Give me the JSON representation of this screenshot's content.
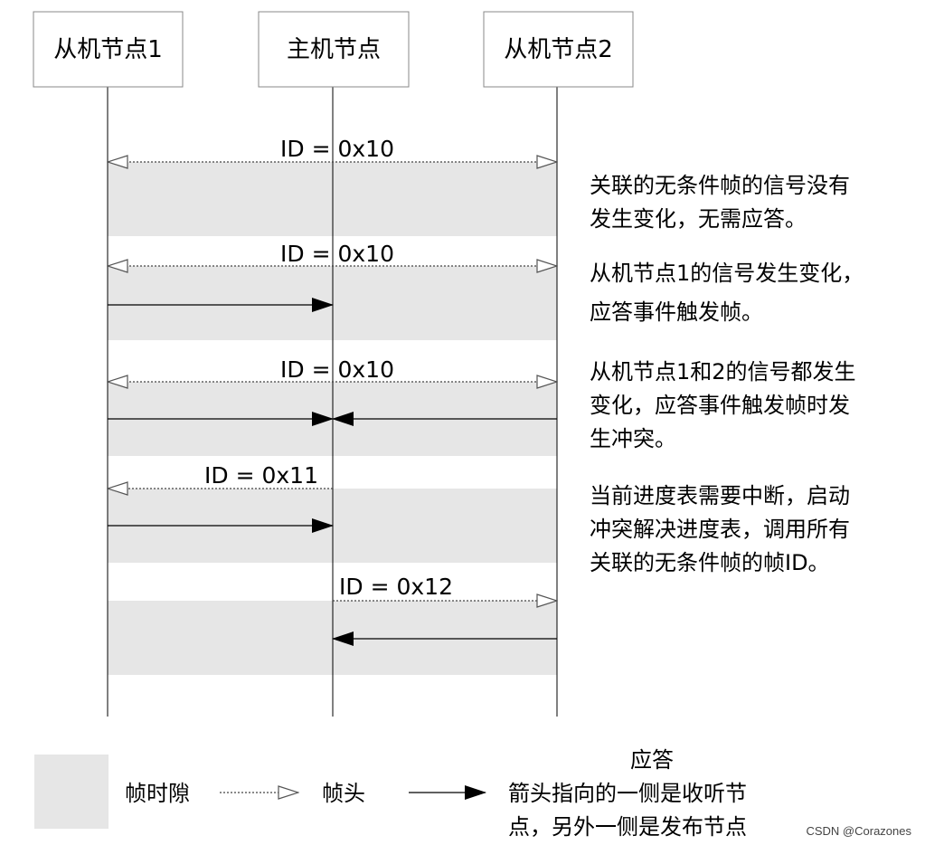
{
  "nodes": [
    {
      "label": "从机节点1"
    },
    {
      "label": "主机节点"
    },
    {
      "label": "从机节点2"
    }
  ],
  "frames": [
    {
      "id_label": "ID = 0x10",
      "note_lines": [
        "关联的无条件帧的信号没有",
        "发生变化，无需应答。"
      ]
    },
    {
      "id_label": "ID = 0x10",
      "note_lines": [
        "从机节点1的信号发生变化，",
        "应答事件触发帧。"
      ]
    },
    {
      "id_label": "ID = 0x10",
      "note_lines": [
        "从机节点1和2的信号都发生",
        "变化，应答事件触发帧时发",
        "生冲突。"
      ]
    },
    {
      "id_label": "ID = 0x11",
      "note_lines": [
        "当前进度表需要中断，启动",
        "冲突解决进度表，调用所有",
        "关联的无条件帧的帧ID。"
      ]
    },
    {
      "id_label": "ID = 0x12",
      "note_lines": []
    }
  ],
  "legend": {
    "slot_label": "帧时隙",
    "header_label": "帧头",
    "response_title": "应答",
    "response_desc_lines": [
      "箭头指向的一侧是收听节",
      "点，另外一侧是发布节点"
    ]
  },
  "watermark": "CSDN @Corazones",
  "colors": {
    "slot_fill": "#e6e6e6",
    "line": "#000000",
    "box_border": "#888888"
  }
}
